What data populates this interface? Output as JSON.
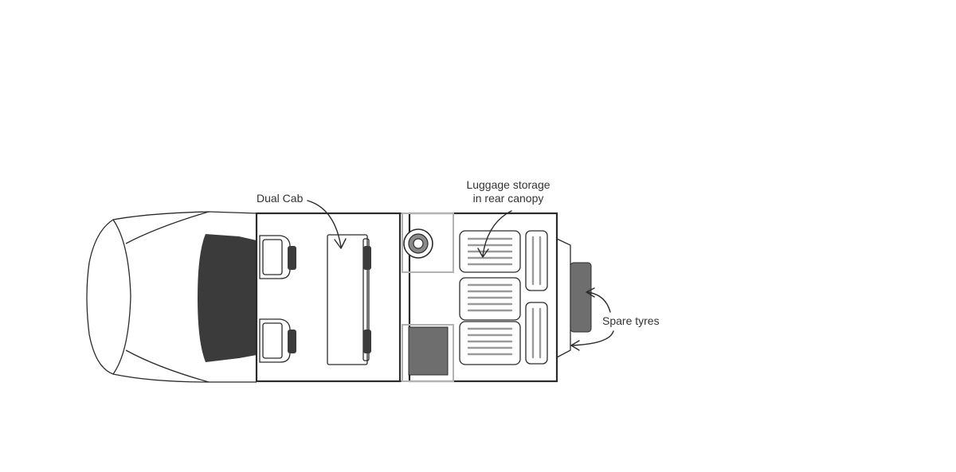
{
  "labels": {
    "dual_cab": "Dual Cab",
    "luggage_line1": "Luggage storage",
    "luggage_line2": "in rear canopy",
    "spare_tyres": "Spare tyres"
  },
  "colors": {
    "outline": "#2b2b2b",
    "dark_fill": "#3b3b3b",
    "mid_fill": "#6e6e6e",
    "light_grey": "#b3b3b3",
    "text": "#333333"
  }
}
